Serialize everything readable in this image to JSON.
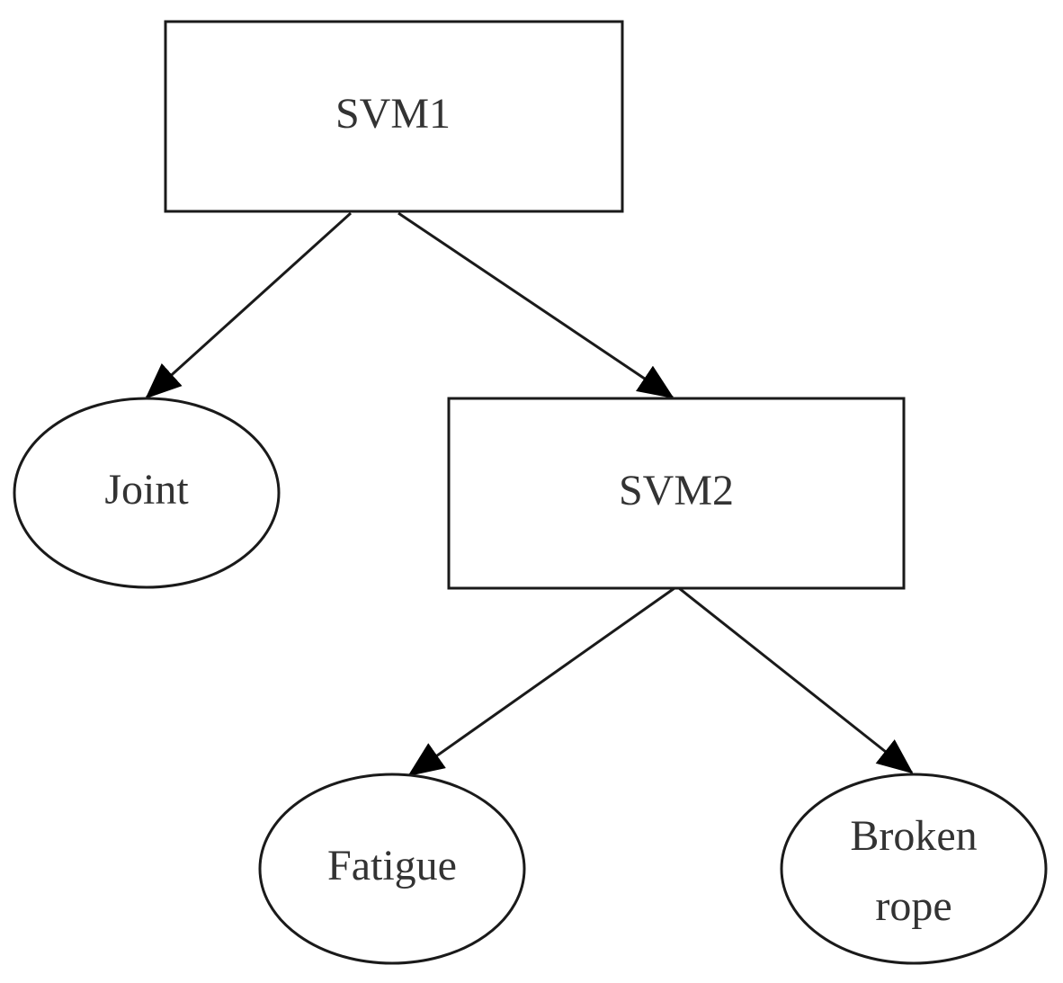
{
  "diagram": {
    "type": "decision-tree",
    "colors": {
      "stroke": "#1a1a1a",
      "text": "#333333",
      "background": "#ffffff"
    },
    "nodes": {
      "svm1": {
        "label": "SVM1",
        "shape": "rectangle"
      },
      "svm2": {
        "label": "SVM2",
        "shape": "rectangle"
      },
      "joint": {
        "label": "Joint",
        "shape": "ellipse"
      },
      "fatigue": {
        "label": "Fatigue",
        "shape": "ellipse"
      },
      "broken_rope": {
        "label_line1": "Broken",
        "label_line2": "rope",
        "shape": "ellipse"
      }
    },
    "edges": [
      {
        "from": "SVM1",
        "to": "Joint"
      },
      {
        "from": "SVM1",
        "to": "SVM2"
      },
      {
        "from": "SVM2",
        "to": "Fatigue"
      },
      {
        "from": "SVM2",
        "to": "Broken rope"
      }
    ]
  }
}
